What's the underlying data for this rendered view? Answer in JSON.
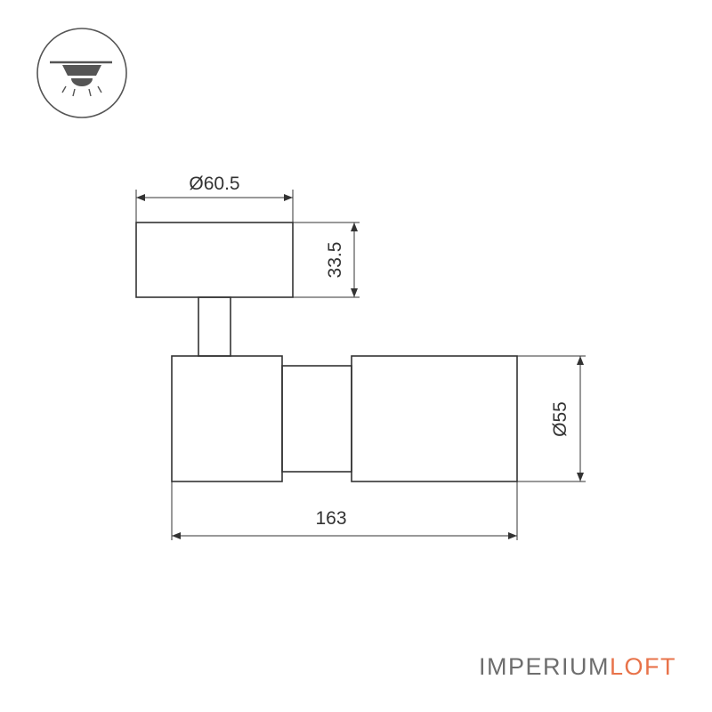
{
  "dimensions": {
    "top_diameter": "Ø60.5",
    "top_height": "33.5",
    "body_diameter": "Ø55",
    "total_length": "163"
  },
  "brand": {
    "part1": "IMPERIUM",
    "part2": "LOFT",
    "color_main": "#6e6e6e",
    "color_accent": "#e8734a"
  },
  "icons": {
    "mounting_type": "surface-mount-spotlight-icon"
  },
  "colors": {
    "line": "#333333",
    "icon": "#555555"
  }
}
